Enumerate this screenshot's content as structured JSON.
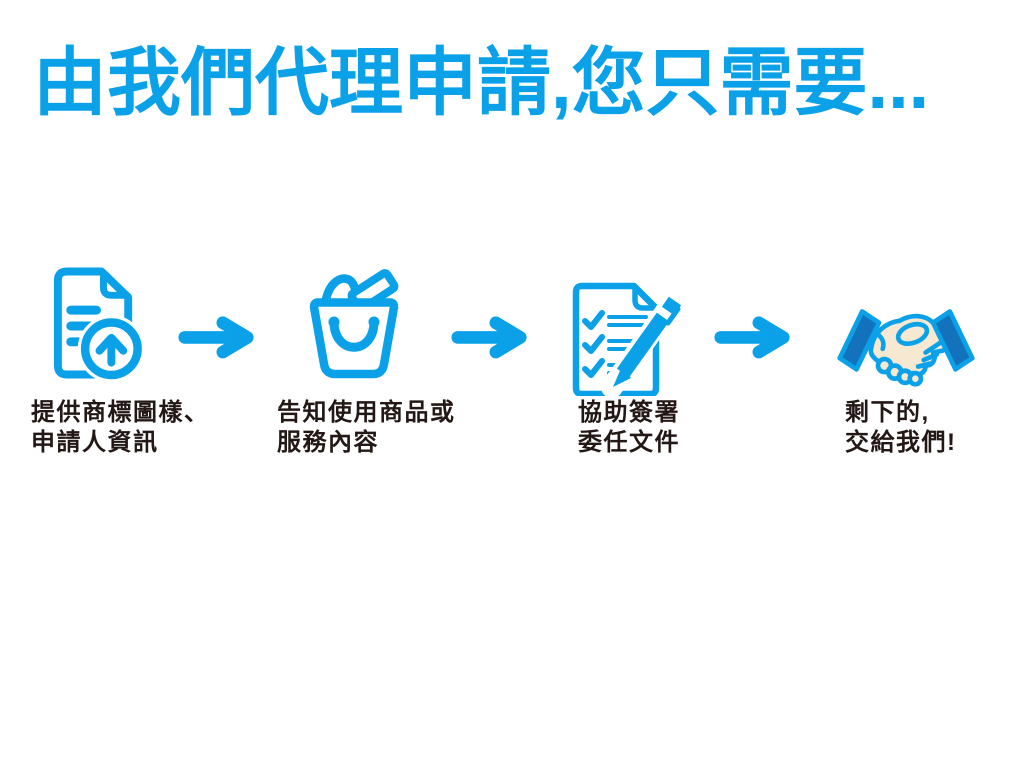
{
  "title": "由我們代理申請,您只需要...",
  "colors": {
    "accent": "#0aa1e8",
    "sleeve": "#1273bc",
    "hand": "#f7e8d1",
    "ink": "#231815"
  },
  "steps": [
    {
      "icon": "document-upload-icon",
      "label_line1": "提供商標圖樣、",
      "label_line2": "申請人資訊"
    },
    {
      "icon": "shopping-bag-icon",
      "label_line1": "告知使用商品或",
      "label_line2": "服務內容"
    },
    {
      "icon": "checklist-pen-icon",
      "label_line1": "協助簽署",
      "label_line2": "委任文件"
    },
    {
      "icon": "handshake-icon",
      "label_line1": "剩下的,",
      "label_line2": "交給我們!"
    }
  ],
  "arrow_icon": "right-arrow-icon"
}
